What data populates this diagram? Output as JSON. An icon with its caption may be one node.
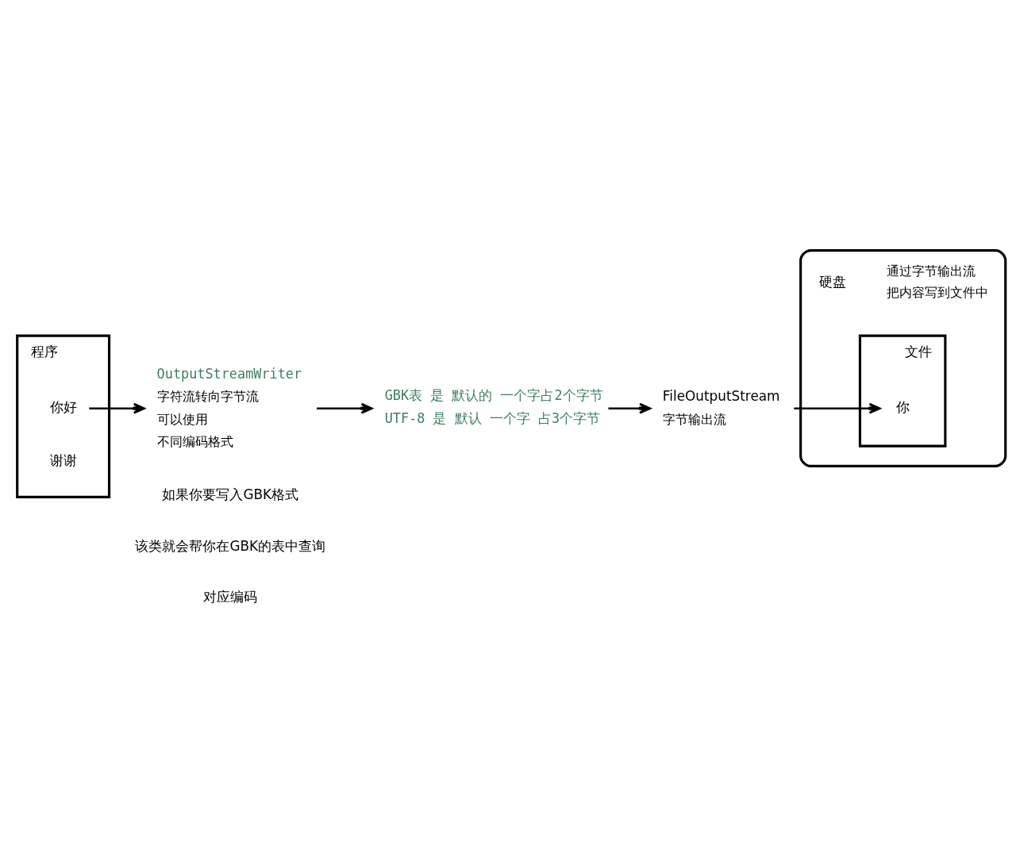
{
  "diagram": {
    "nodes": [
      {
        "text": [
          "程序"
        ]
      },
      {
        "text": [
          "你好"
        ],
        "in": 0
      },
      {
        "text": [
          "OutputStreamWriter"
        ],
        "beside": [
          "字符流转向字节流",
          "可以使用",
          "不同编码格式"
        ]
      },
      {
        "text": [
          "GBK表 是 默认的 一个字占2个字节",
          "UTF-8 是 默认 一个字 占3个字节"
        ]
      },
      {
        "text": [
          "FileOutputStream"
        ],
        "beside": [
          "字节输出流"
        ]
      },
      {
        "text": [
          "硬盘"
        ],
        "beside": [
          "通过字节输出流",
          "把内容写到文件中"
        ]
      },
      {
        "text": [
          "文件"
        ],
        "in": 5
      },
      {
        "text": [
          "你"
        ],
        "in": 6
      }
    ],
    "edges": [
      {
        "from": 1,
        "to": 2,
        "arrow": "to"
      },
      {
        "from": 2,
        "to": 3,
        "arrow": "to"
      },
      {
        "from": 3,
        "to": 4,
        "arrow": "to"
      },
      {
        "from": 4,
        "to": 7,
        "arrow": "to"
      }
    ],
    "labels": [
      "谢谢",
      "如果你要写入GBK格式",
      "该类就会帮你在GBK的表中查询",
      "对应编码"
    ]
  }
}
